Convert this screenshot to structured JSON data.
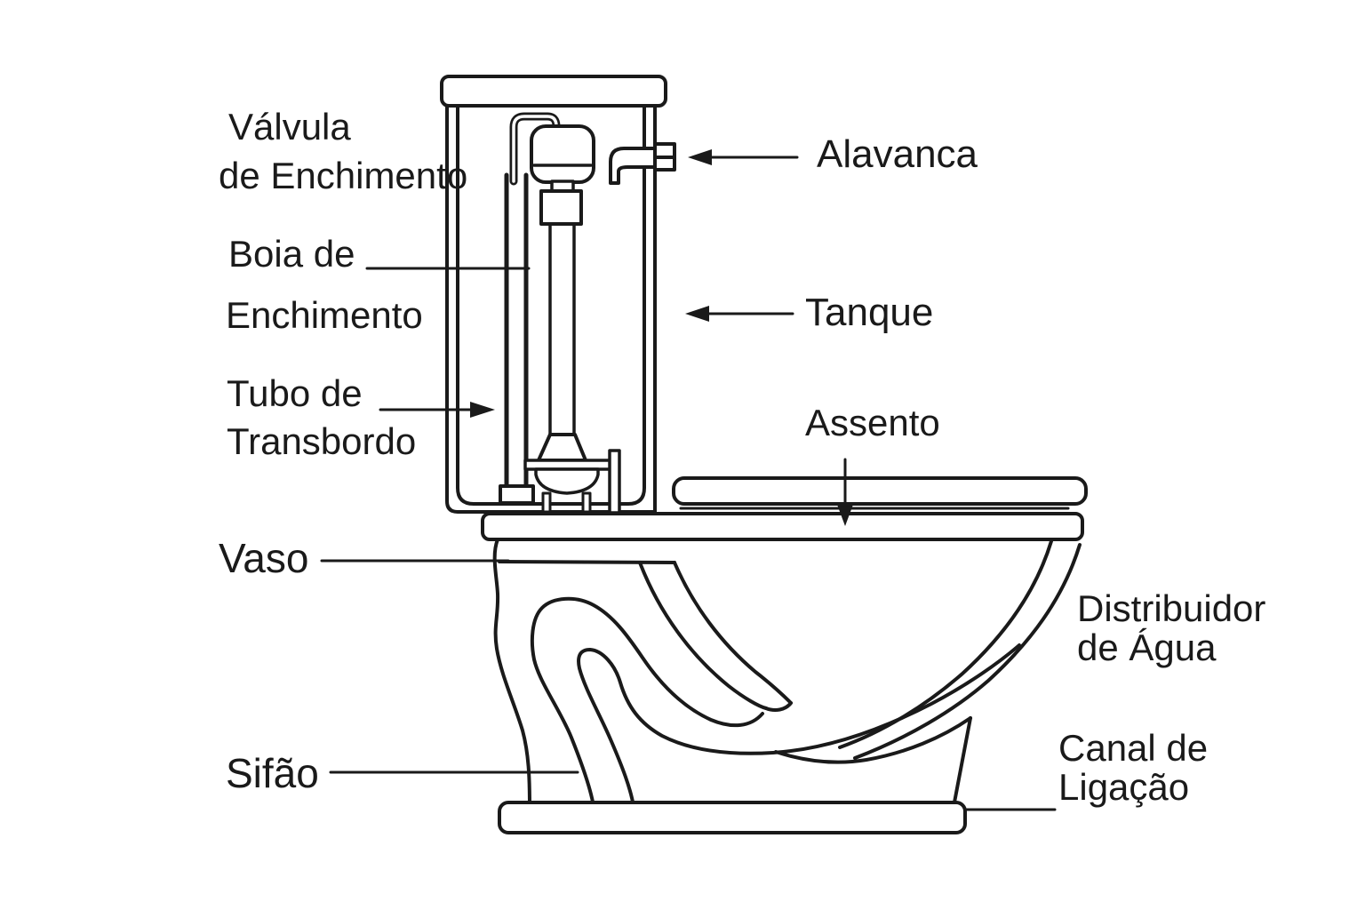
{
  "diagram": {
    "colors": {
      "line": "#1a1a1a",
      "background": "#ffffff",
      "text": "#1a1a1a"
    },
    "labels": {
      "valvula_line1": "Válvula",
      "valvula_line2": "de Enchimento",
      "boia_line1": "Boia de",
      "boia_line2": "Enchimento",
      "tubo_line1": "Tubo de",
      "tubo_line2": "Transbordo",
      "vaso": "Vaso",
      "sifao": "Sifão",
      "alavanca": "Alavanca",
      "tanque": "Tanque",
      "assento": "Assento",
      "distribuidor_line1": "Distribuidor",
      "distribuidor_line2": "de Água",
      "canal_line1": "Canal de",
      "canal_line2": "Ligação"
    }
  }
}
